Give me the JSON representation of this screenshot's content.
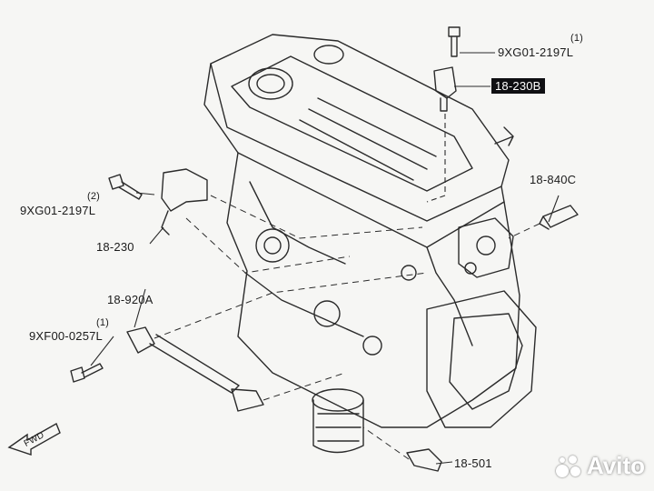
{
  "parts": {
    "bolt_top": {
      "qty": "(1)",
      "code": "9XG01-2197L"
    },
    "cam_sensor": {
      "code": "18-230B"
    },
    "temp_sensor": {
      "code": "18-840C"
    },
    "bolt_left": {
      "qty": "(2)",
      "code": "9XG01-2197L"
    },
    "crank_sensor": {
      "code": "18-230"
    },
    "knock_sensor": {
      "code": "18-920A"
    },
    "bolt_knock": {
      "qty": "(1)",
      "code": "9XF00-0257L"
    },
    "oil_sensor": {
      "code": "18-501"
    }
  },
  "fwd_label": "FWD",
  "watermark": "Avito",
  "colors": {
    "highlight_bg": "#0f0f12",
    "line": "#2a2a2a",
    "paper": "#f6f6f4"
  }
}
